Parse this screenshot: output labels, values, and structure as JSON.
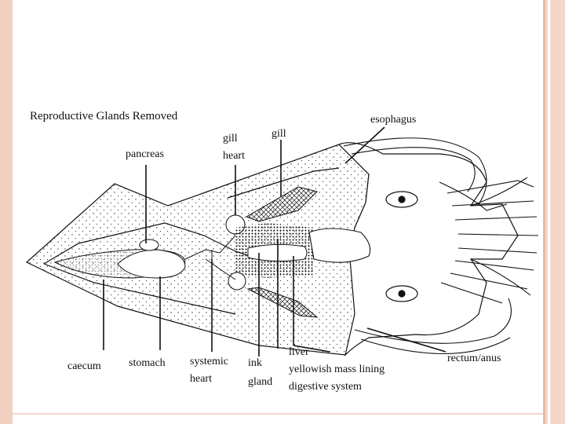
{
  "diagram": {
    "title": "Reproductive Glands Removed",
    "labels": {
      "pancreas": "pancreas",
      "gill_heart_line1": "gill",
      "gill_heart_line2": "heart",
      "gill": "gill",
      "esophagus": "esophagus",
      "caecum": "caecum",
      "stomach": "stomach",
      "systemic_heart_line1": "systemic",
      "systemic_heart_line2": "heart",
      "ink_gland_line1": "ink",
      "ink_gland_line2": "gland",
      "liver": "liver",
      "yellowish_line1": "yellowish mass lining",
      "yellowish_line2": "digestive system",
      "rectum_anus": "rectum/anus"
    }
  },
  "colors": {
    "frame": "#f3d6ca",
    "frame_edge": "#e9b9a6",
    "ink": "#111111"
  }
}
